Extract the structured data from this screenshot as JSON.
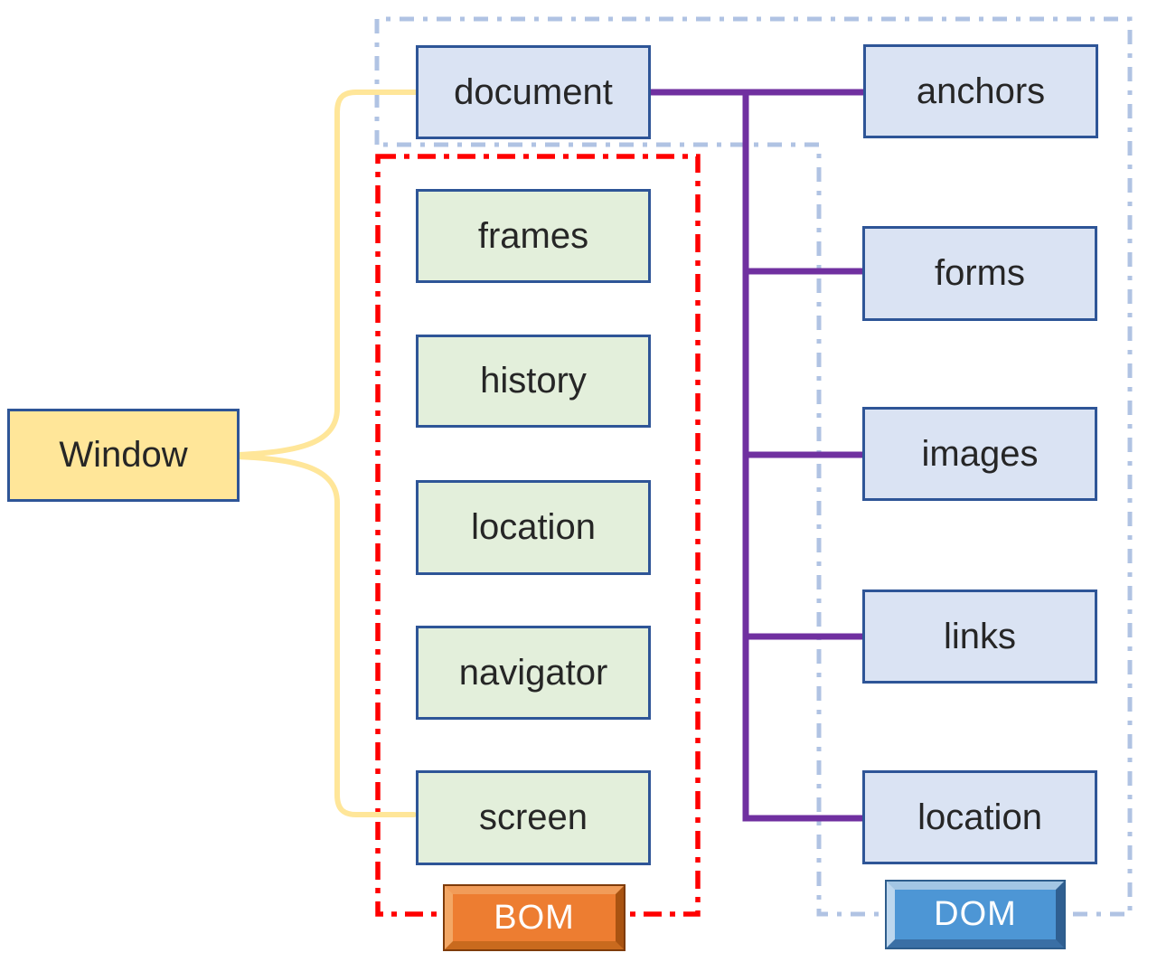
{
  "window": {
    "label": "Window"
  },
  "bom": {
    "badge": "BOM",
    "items": [
      {
        "label": "frames"
      },
      {
        "label": "history"
      },
      {
        "label": "location"
      },
      {
        "label": "navigator"
      },
      {
        "label": "screen"
      }
    ]
  },
  "dom": {
    "badge": "DOM",
    "root": {
      "label": "document"
    },
    "items": [
      {
        "label": "anchors"
      },
      {
        "label": "forms"
      },
      {
        "label": "images"
      },
      {
        "label": "links"
      },
      {
        "label": "location"
      }
    ]
  },
  "colors": {
    "window_fill": "#FFE699",
    "bom_box_fill": "#E3EFDB",
    "dom_box_fill": "#DAE3F3",
    "box_border": "#2E5597",
    "connector_purple": "#7030A0",
    "brace_yellow": "#FFE699",
    "bom_outline_red": "#FF0000",
    "dom_outline_blue": "#B0C3E3",
    "bom_button_fill": "#ED7D31",
    "dom_button_fill": "#4D96D5",
    "button_text": "#FFFFFF"
  }
}
